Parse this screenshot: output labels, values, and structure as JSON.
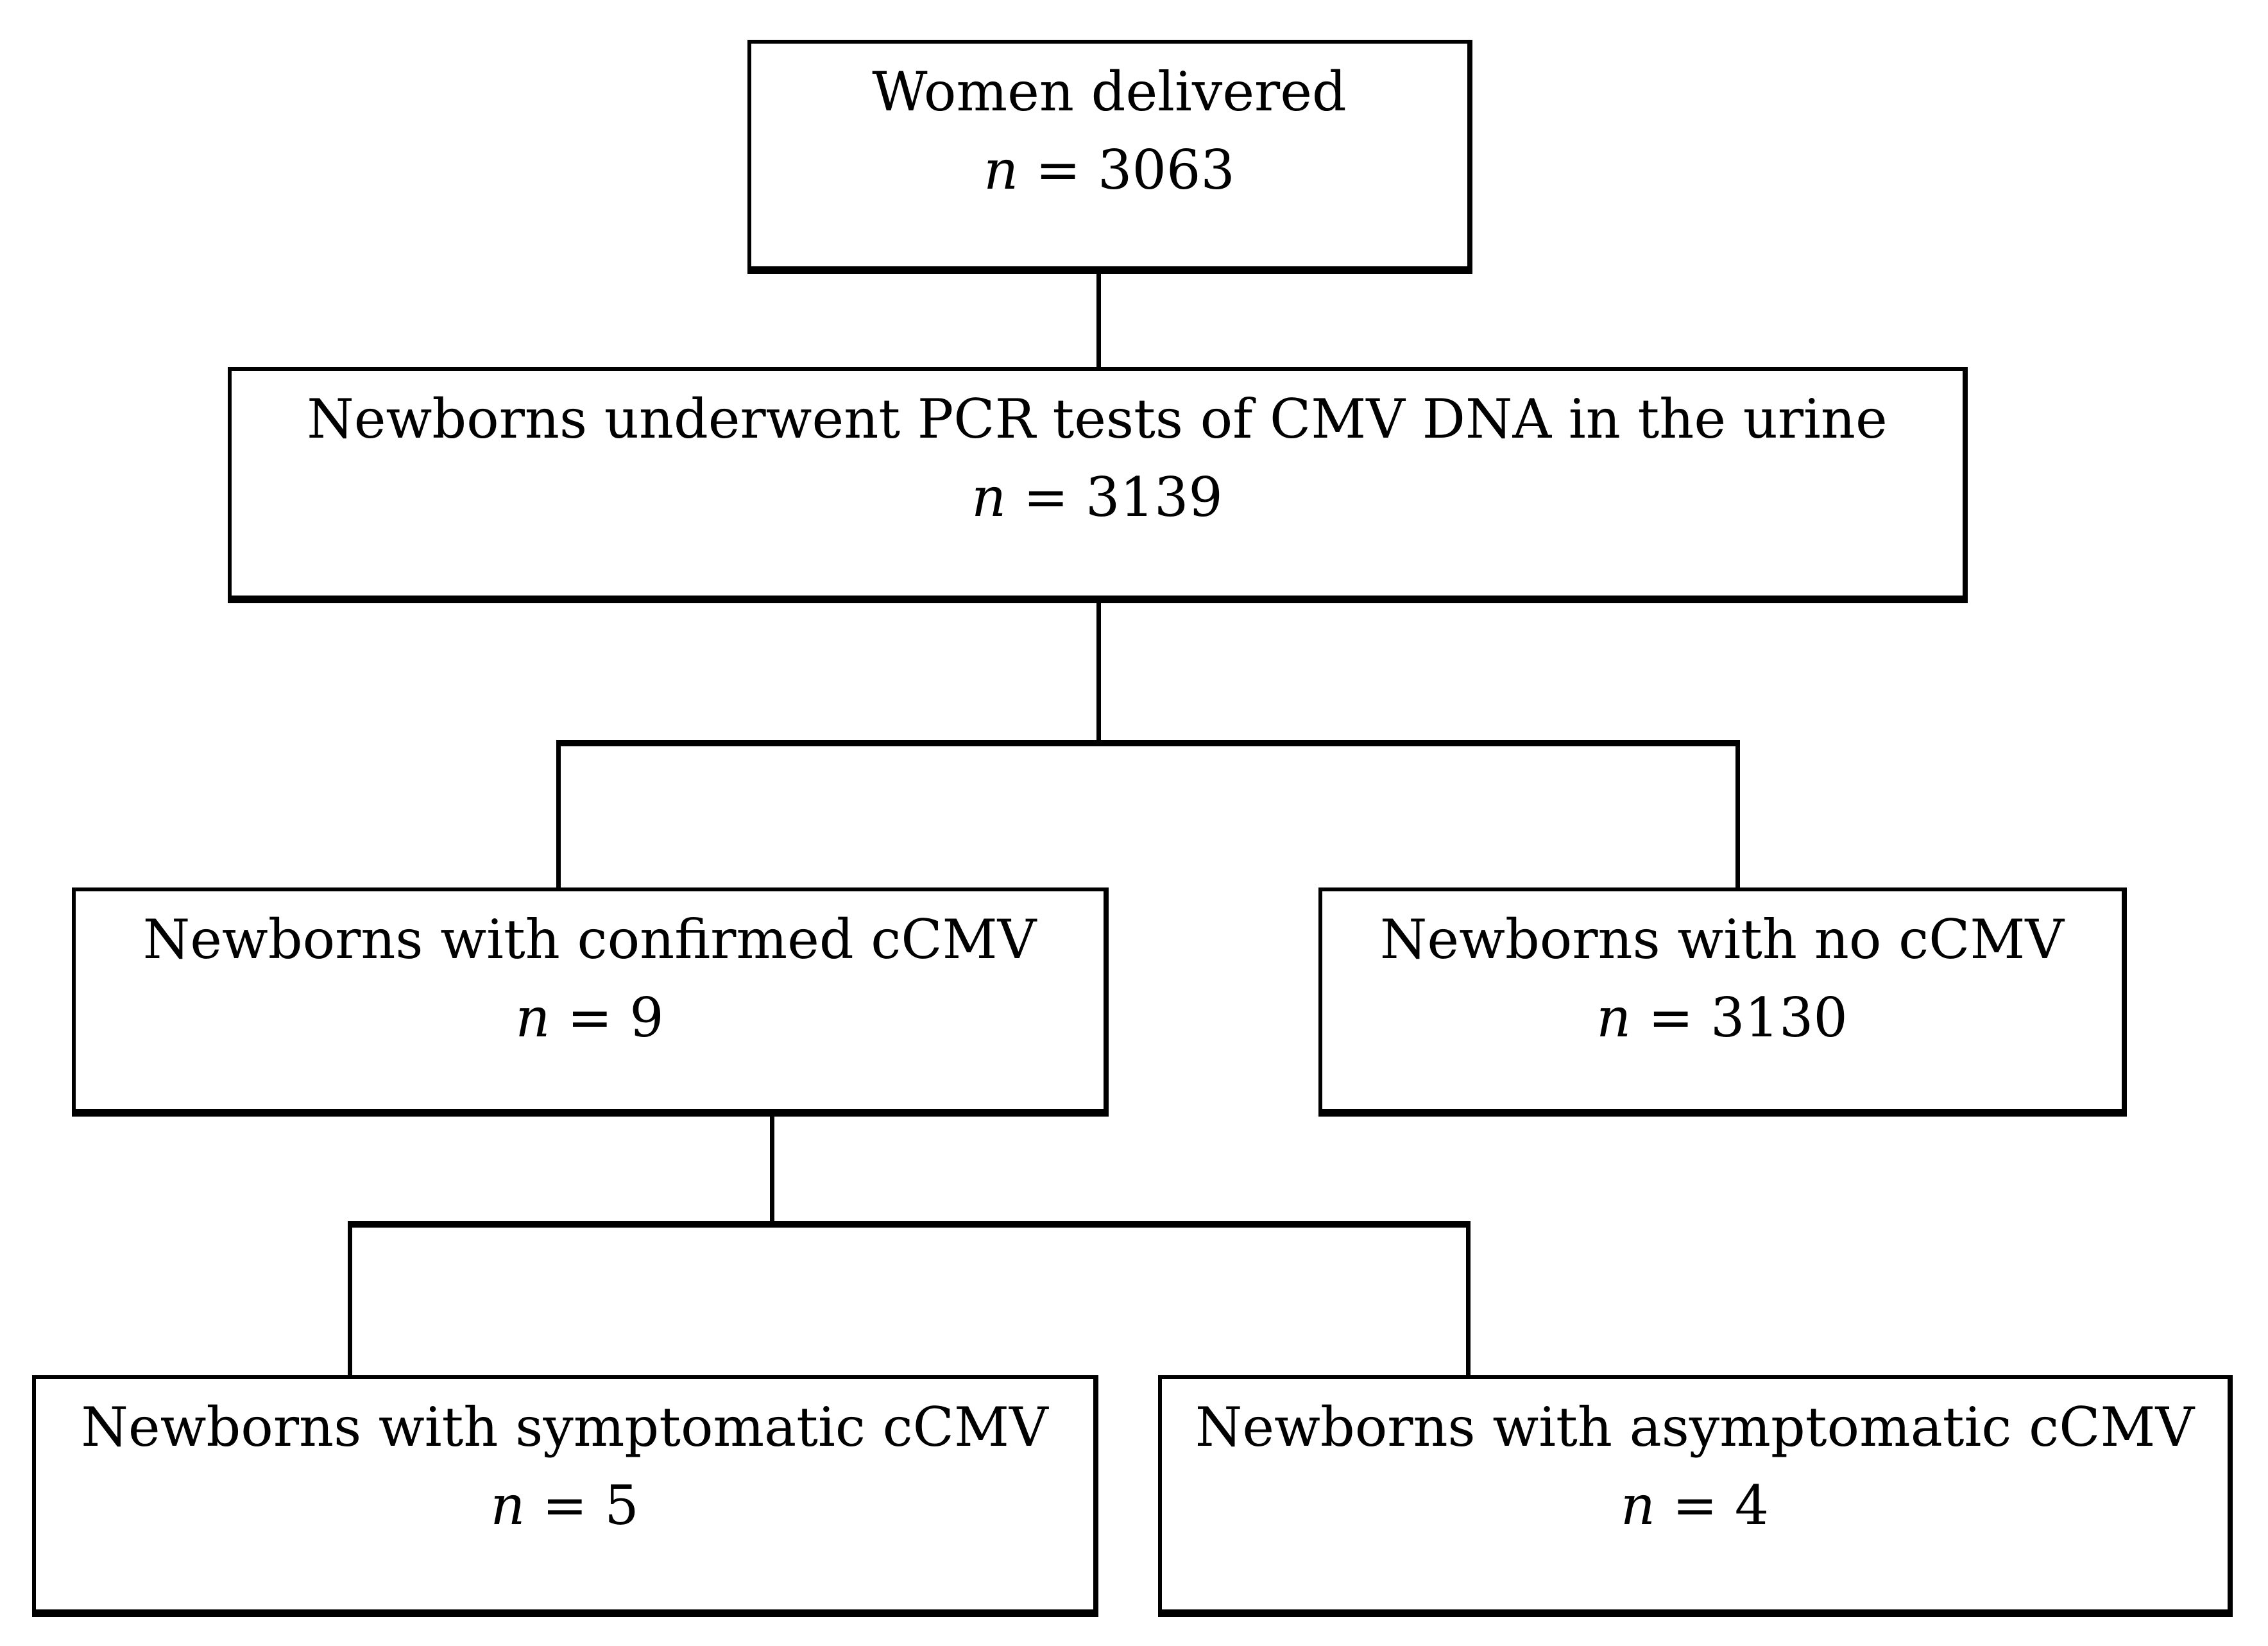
{
  "figure": {
    "type": "flowchart",
    "background_color": "#ffffff",
    "line_color": "#000000",
    "text_color": "#000000"
  },
  "boxes": [
    {
      "key": "women-delivered",
      "title": "Women delivered",
      "n_symbol": "n",
      "n_equals": "= 3063"
    },
    {
      "key": "pcr-tests",
      "title": "Newborns underwent PCR tests of CMV DNA in the urine",
      "n_symbol": "n",
      "n_equals": "= 3139"
    },
    {
      "key": "confirmed-ccmv",
      "title": "Newborns with confirmed cCMV",
      "n_symbol": "n",
      "n_equals": "= 9"
    },
    {
      "key": "no-ccmv",
      "title": "Newborns with no cCMV",
      "n_symbol": "n",
      "n_equals": "= 3130"
    },
    {
      "key": "symptomatic-ccmv",
      "title": "Newborns with symptomatic cCMV",
      "n_symbol": "n",
      "n_equals": "= 5"
    },
    {
      "key": "asymptomatic-ccmv",
      "title": "Newborns with asymptomatic cCMV",
      "n_symbol": "n",
      "n_equals": "= 4"
    }
  ],
  "edges": [
    {
      "from": "women-delivered",
      "to": "pcr-tests"
    },
    {
      "from": "pcr-tests",
      "to": "confirmed-ccmv"
    },
    {
      "from": "pcr-tests",
      "to": "no-ccmv"
    },
    {
      "from": "confirmed-ccmv",
      "to": "symptomatic-ccmv"
    },
    {
      "from": "confirmed-ccmv",
      "to": "asymptomatic-ccmv"
    }
  ]
}
